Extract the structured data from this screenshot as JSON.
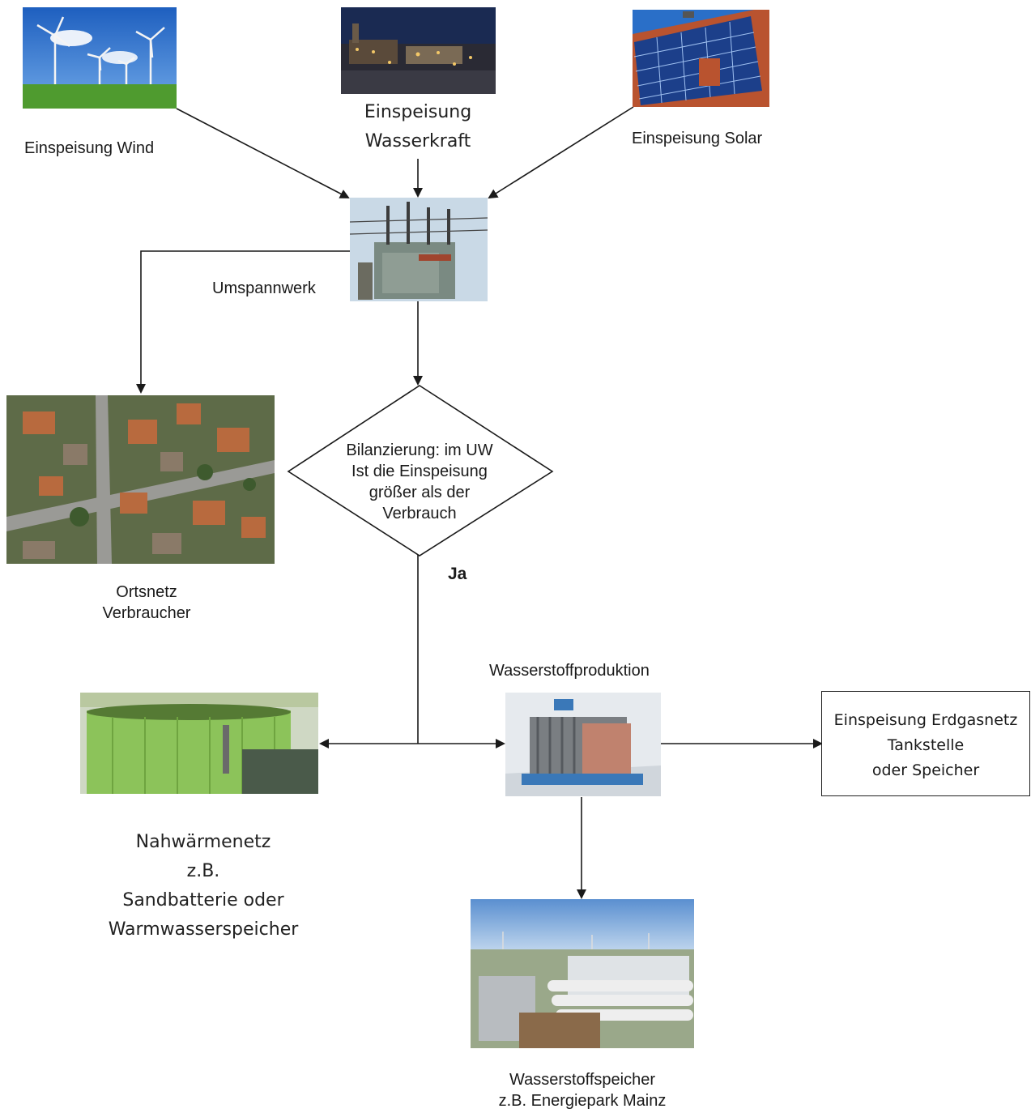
{
  "nodes": {
    "wind": {
      "label": "Einspeisung Wind",
      "icon": "wind-turbines-photo"
    },
    "hydro": {
      "label": "Einspeisung\nWasserkraft",
      "icon": "hydropower-town-photo"
    },
    "solar": {
      "label": "Einspeisung Solar",
      "icon": "solar-roof-photo"
    },
    "substation": {
      "label": "Umspannwerk",
      "icon": "transformer-photo"
    },
    "local_grid": {
      "label": "Ortsnetz\nVerbraucher",
      "icon": "aerial-village-photo"
    },
    "decision": {
      "label": "Bilanzierung: im UW\nIst die Einspeisung\ngrößer als der\nVerbrauch"
    },
    "yes_label": "Ja",
    "heat": {
      "label": "Nahwärmenetz\nz.B.\nSandbatterie oder\nWarmwasserspeicher",
      "icon": "heat-storage-tank-photo"
    },
    "h2_production": {
      "label": "Wasserstoffproduktion",
      "icon": "electrolyzer-photo"
    },
    "gas_grid": {
      "label": "Einspeisung Erdgasnetz\nTankstelle\noder Speicher"
    },
    "h2_storage": {
      "label": "Wasserstoffspeicher\nz.B. Energiepark Mainz",
      "icon": "hydrogen-storage-plant-photo"
    }
  },
  "colors": {
    "line": "#1a1a1a",
    "sky": "#3a78c9",
    "grass": "#5aa83a",
    "tank": "#7fbf4a"
  }
}
